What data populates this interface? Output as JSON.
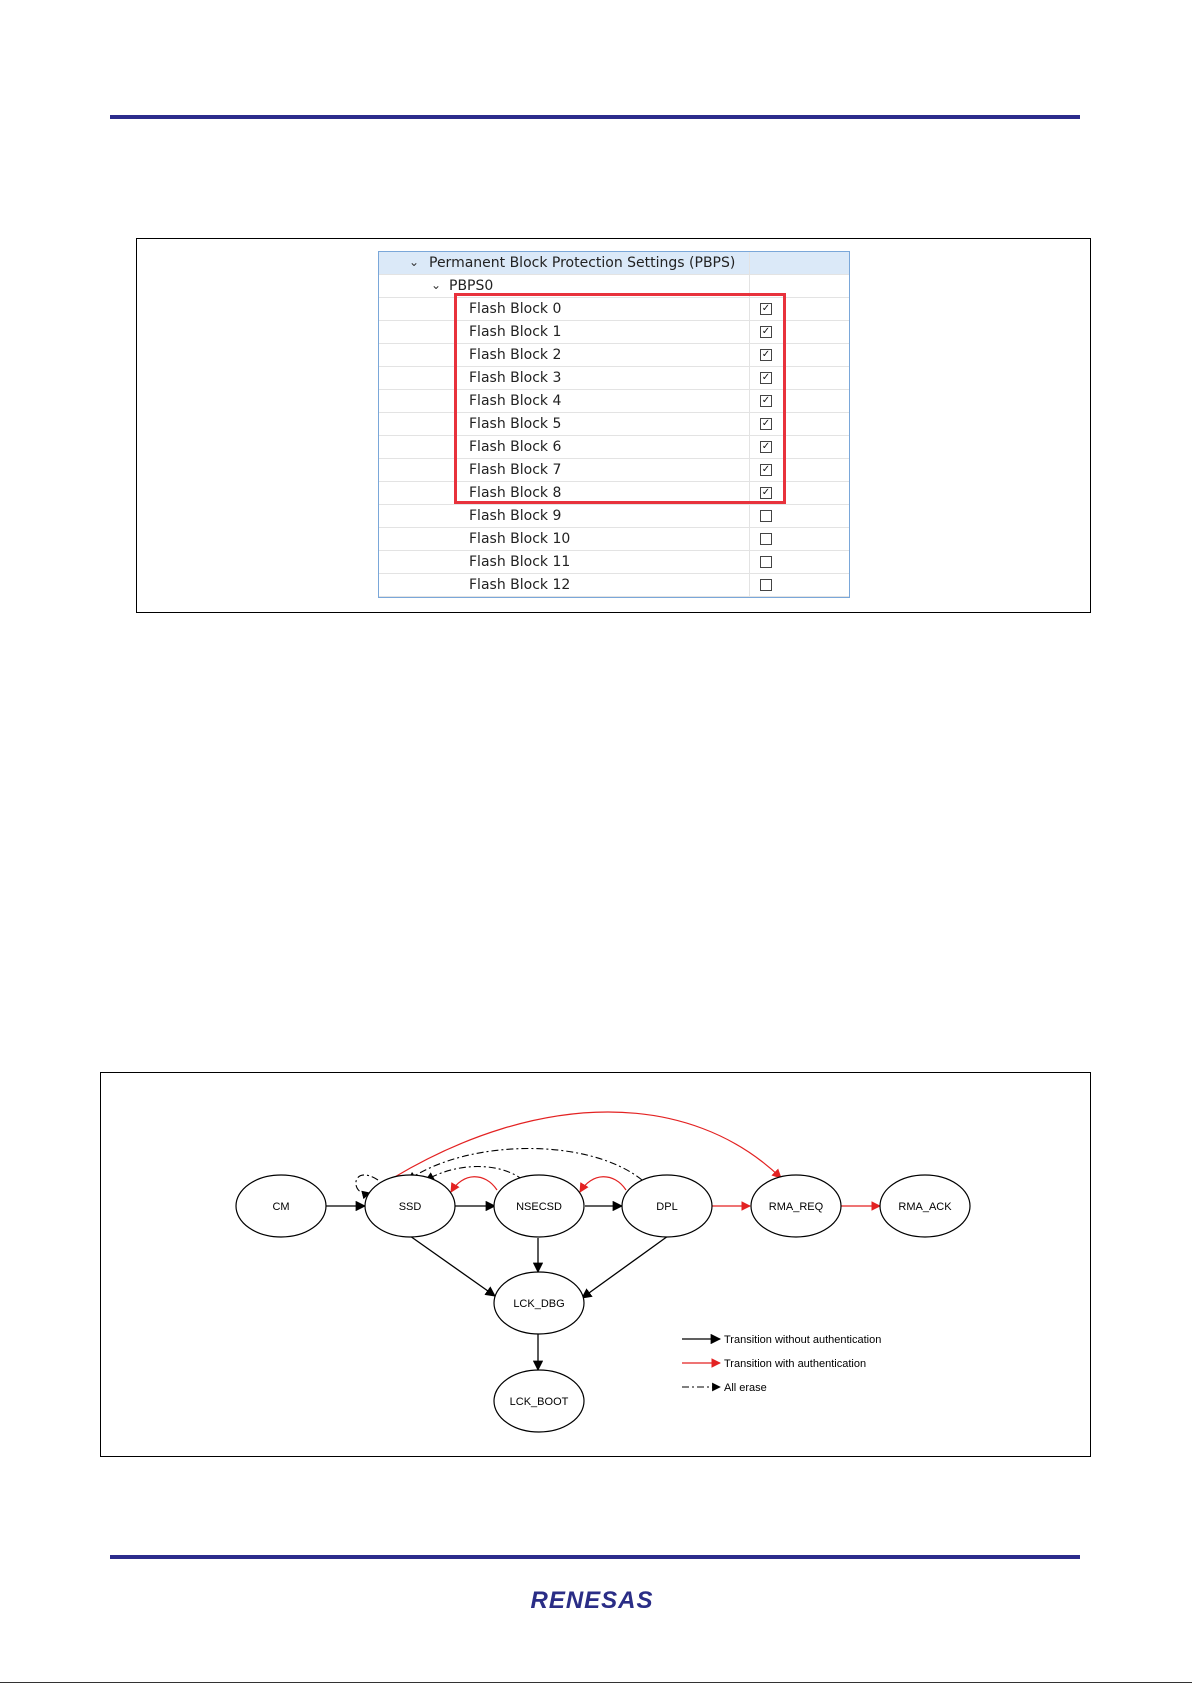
{
  "pbps_tree": {
    "root_label": "Permanent Block Protection Settings (PBPS)",
    "group_label": "PBPS0",
    "items": [
      {
        "label": "Flash Block 0",
        "checked": true
      },
      {
        "label": "Flash Block 1",
        "checked": true
      },
      {
        "label": "Flash Block 2",
        "checked": true
      },
      {
        "label": "Flash Block 3",
        "checked": true
      },
      {
        "label": "Flash Block 4",
        "checked": true
      },
      {
        "label": "Flash Block 5",
        "checked": true
      },
      {
        "label": "Flash Block 6",
        "checked": true
      },
      {
        "label": "Flash Block 7",
        "checked": true
      },
      {
        "label": "Flash Block 8",
        "checked": true
      },
      {
        "label": "Flash Block 9",
        "checked": false
      },
      {
        "label": "Flash Block 10",
        "checked": false
      },
      {
        "label": "Flash Block 11",
        "checked": false
      },
      {
        "label": "Flash Block 12",
        "checked": false
      }
    ],
    "highlight_color": "#e8323c"
  },
  "diagram": {
    "states": {
      "cm": "CM",
      "ssd": "SSD",
      "nsecsd": "NSECSD",
      "dpl": "DPL",
      "rma_req": "RMA_REQ",
      "rma_ack": "RMA_ACK",
      "lck_dbg": "LCK_DBG",
      "lck_boot": "LCK_BOOT"
    },
    "legend": {
      "without_auth": "Transition without authentication",
      "with_auth": "Transition with authentication",
      "all_erase": "All erase"
    },
    "colors": {
      "auth": "#e32222",
      "plain": "#000000"
    }
  },
  "footer": {
    "logo_text": "RENESAS",
    "logo_color": "#2a2d86"
  }
}
